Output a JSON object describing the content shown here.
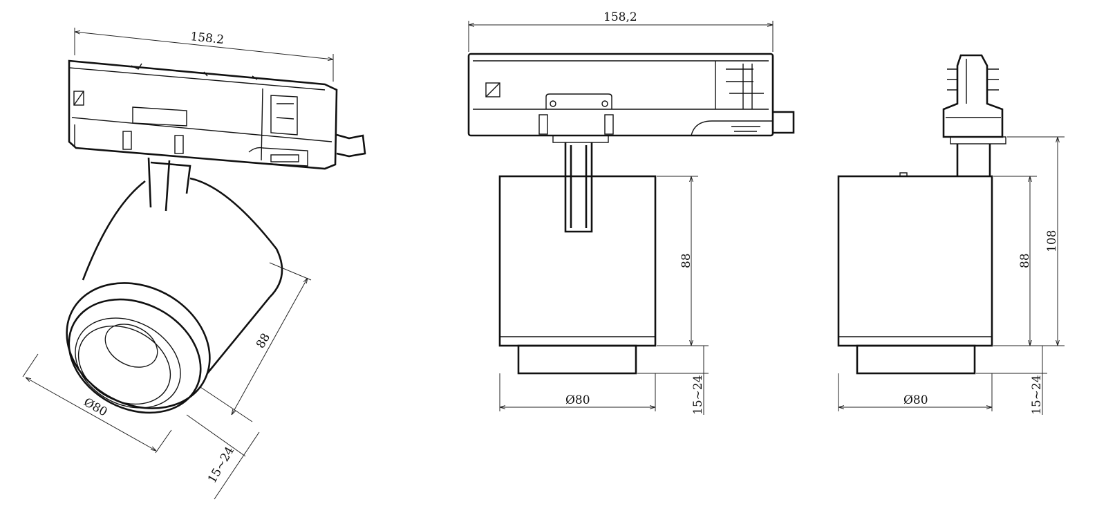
{
  "isometric_view": {
    "length_dim": "158.2",
    "height_dim": "88",
    "diameter_dim": "Ø80",
    "lens_depth_dim": "15~24"
  },
  "front_view": {
    "length_dim": "158,2",
    "height_dim": "88",
    "diameter_dim": "Ø80",
    "lens_depth_dim": "15~24"
  },
  "side_view": {
    "height_dim": "88",
    "total_height_dim": "108",
    "diameter_dim": "Ø80",
    "lens_depth_dim": "15~24"
  }
}
